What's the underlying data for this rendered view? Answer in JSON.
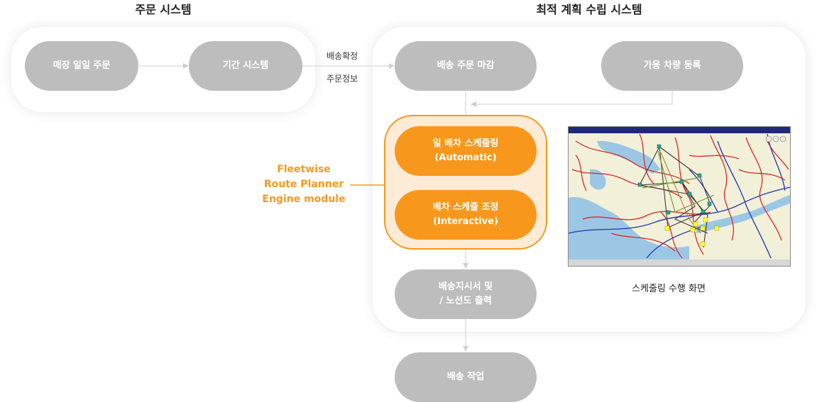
{
  "order_system": {
    "title": "주문 시스템",
    "store_order": "매장 일일 주문",
    "period_system": "기간 시스템"
  },
  "transfer_labels": [
    "배송확정",
    "주문정보"
  ],
  "plan_system": {
    "title": "최적 계획 수립 시스템",
    "order_close": "배송 주문 마감",
    "vehicle_register": "가용 차량 등록",
    "daily_scheduling": [
      "일 배차 스케줄링",
      "(Automatic)"
    ],
    "dispatch_adjust": [
      "배차 스케줄 조정",
      "(Interactive)"
    ],
    "instructions": [
      "배송지시서 및",
      "/ 노선도 출력"
    ],
    "screen_caption": "스케줄링 수행 화면"
  },
  "engine": [
    "Fleetwise",
    "Route Planner",
    "Engine module"
  ],
  "delivery_work": "배송 작업",
  "colors": {
    "gray": "#bdbdbd",
    "orange": "#f7981d",
    "arrow": "#cfcfcf"
  }
}
